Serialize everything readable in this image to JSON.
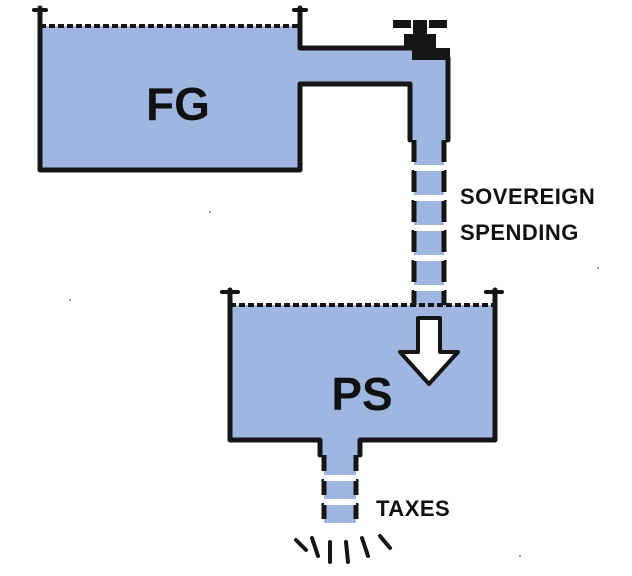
{
  "colors": {
    "water": "#9fb6e0",
    "outline": "#151515",
    "background": "#ffffff"
  },
  "tanks": {
    "upper": {
      "label": "FG"
    },
    "lower": {
      "label": "PS"
    }
  },
  "flows": {
    "spending": {
      "line1": "SOVEREIGN",
      "line2": "SPENDING"
    },
    "taxes": {
      "label": "TAXES"
    }
  },
  "icons": {
    "tap": "faucet-icon",
    "arrow": "down-arrow-icon",
    "drain": "splash-icon"
  }
}
